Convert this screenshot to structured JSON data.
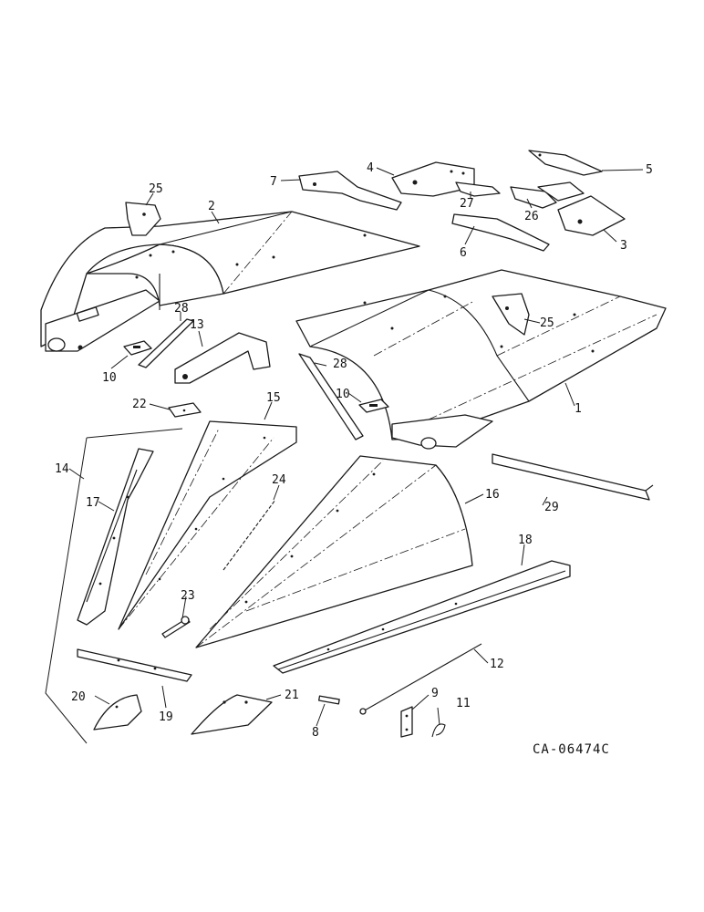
{
  "diagram": {
    "catalog_code": "CA-06474C",
    "callouts": [
      {
        "id": "c1",
        "text": "1"
      },
      {
        "id": "c2",
        "text": "2"
      },
      {
        "id": "c3",
        "text": "3"
      },
      {
        "id": "c4",
        "text": "4"
      },
      {
        "id": "c5",
        "text": "5"
      },
      {
        "id": "c6",
        "text": "6"
      },
      {
        "id": "c7",
        "text": "7"
      },
      {
        "id": "c8",
        "text": "8"
      },
      {
        "id": "c9",
        "text": "9"
      },
      {
        "id": "c10a",
        "text": "10"
      },
      {
        "id": "c10b",
        "text": "10"
      },
      {
        "id": "c11",
        "text": "11"
      },
      {
        "id": "c12",
        "text": "12"
      },
      {
        "id": "c13",
        "text": "13"
      },
      {
        "id": "c14",
        "text": "14"
      },
      {
        "id": "c15",
        "text": "15"
      },
      {
        "id": "c16",
        "text": "16"
      },
      {
        "id": "c17",
        "text": "17"
      },
      {
        "id": "c18",
        "text": "18"
      },
      {
        "id": "c19",
        "text": "19"
      },
      {
        "id": "c20",
        "text": "20"
      },
      {
        "id": "c21",
        "text": "21"
      },
      {
        "id": "c22",
        "text": "22"
      },
      {
        "id": "c23",
        "text": "23"
      },
      {
        "id": "c24",
        "text": "24"
      },
      {
        "id": "c25a",
        "text": "25"
      },
      {
        "id": "c25b",
        "text": "25"
      },
      {
        "id": "c26",
        "text": "26"
      },
      {
        "id": "c27",
        "text": "27"
      },
      {
        "id": "c28a",
        "text": "28"
      },
      {
        "id": "c28b",
        "text": "28"
      },
      {
        "id": "c29",
        "text": "29"
      }
    ]
  }
}
